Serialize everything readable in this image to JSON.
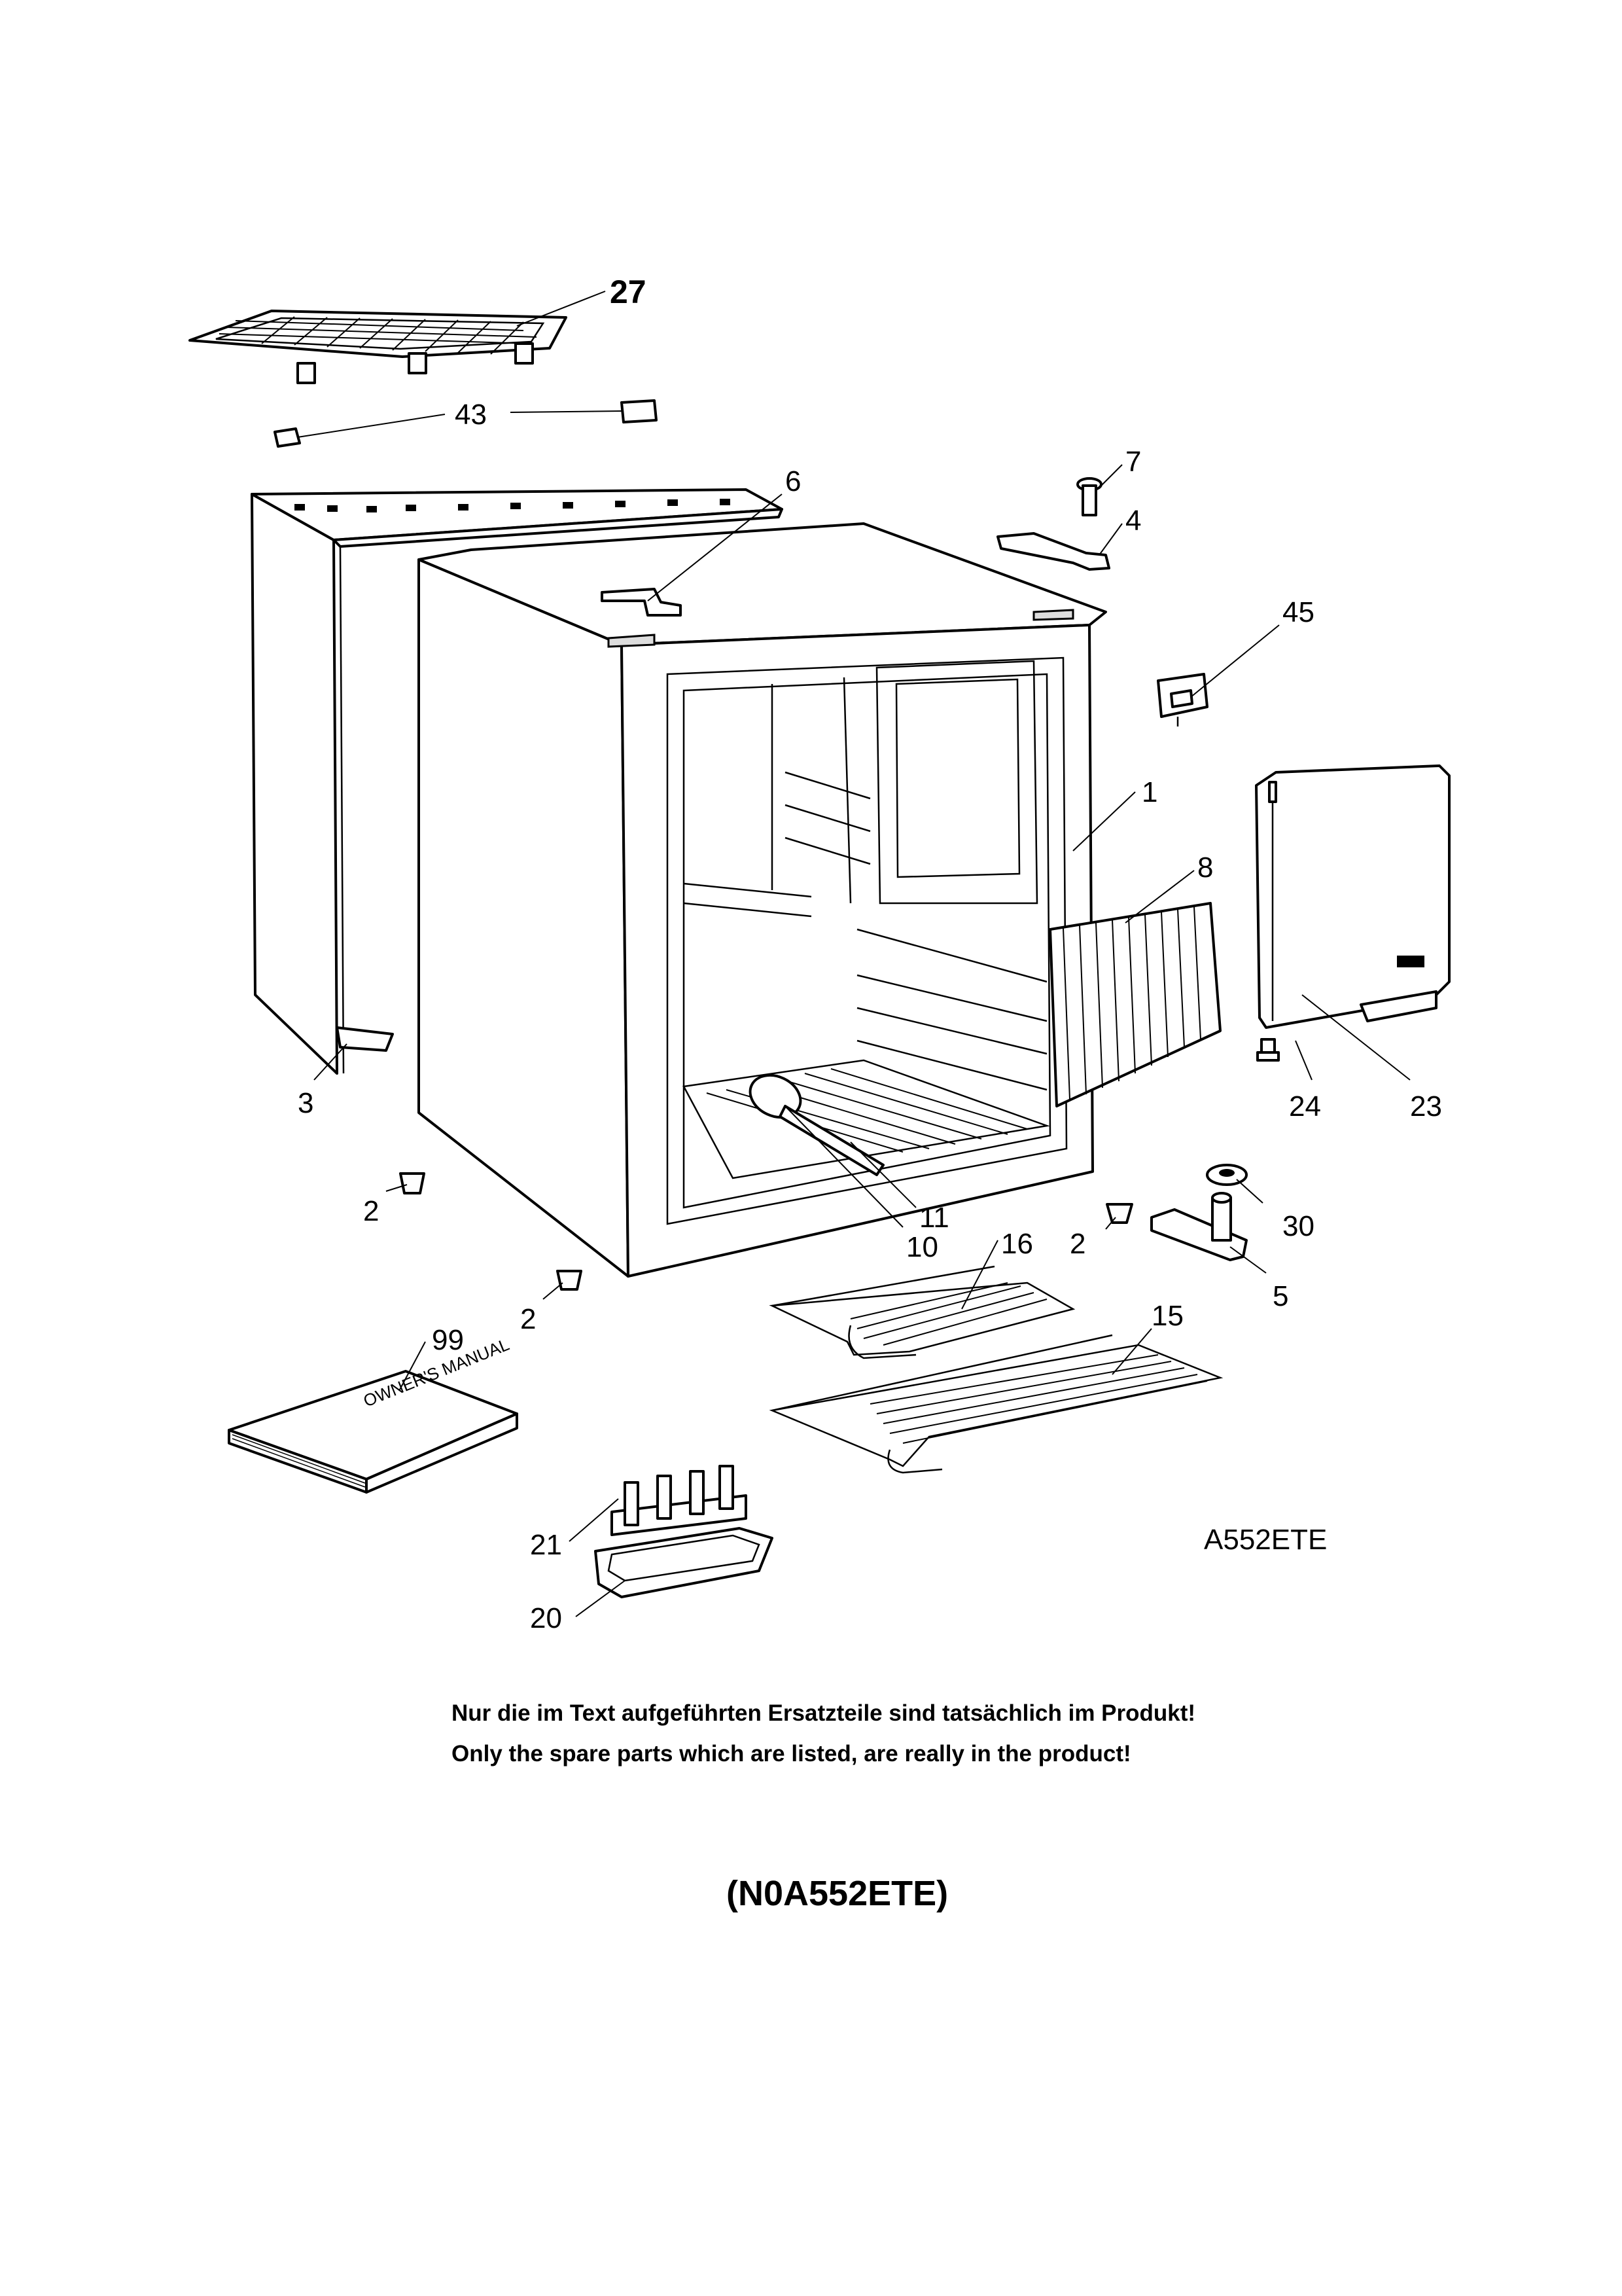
{
  "drawing_code": "A552ETE",
  "notice": {
    "de": "Nur die im Text aufgeführten Ersatzteile sind tatsächlich im Produkt!",
    "en": "Only the spare parts which are listed, are really in the product!"
  },
  "model_code": "(N0A552ETE)",
  "manual_cover_text": "OWNER'S MANUAL",
  "callouts": {
    "p27": "27",
    "p43": "43",
    "p6": "6",
    "p7": "7",
    "p4": "4",
    "p45": "45",
    "p1": "1",
    "p8": "8",
    "p3": "3",
    "p24": "24",
    "p23": "23",
    "p2a": "2",
    "p30": "30",
    "p11": "11",
    "p10": "10",
    "p16": "16",
    "p2b": "2",
    "p5": "5",
    "p2c": "2",
    "p15": "15",
    "p99": "99",
    "p21": "21",
    "p20": "20"
  }
}
